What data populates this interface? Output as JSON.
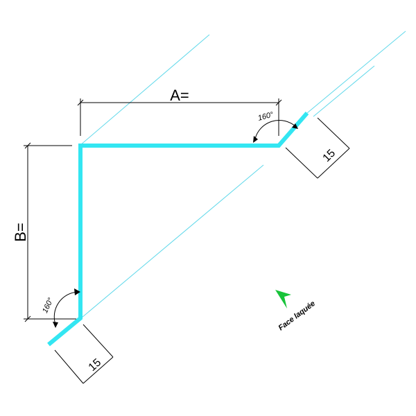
{
  "dimensions": {
    "a_label": "A=",
    "b_label": "B=",
    "top_angle": "160°",
    "bottom_angle": "160°",
    "top_flange": "15",
    "bottom_flange": "15"
  },
  "annotation": {
    "face_label": "Face laquée"
  },
  "colors": {
    "profile": "#33e6f2",
    "guide": "#5fd8ea",
    "dimension": "#000000",
    "arrow": "#18c33a"
  }
}
